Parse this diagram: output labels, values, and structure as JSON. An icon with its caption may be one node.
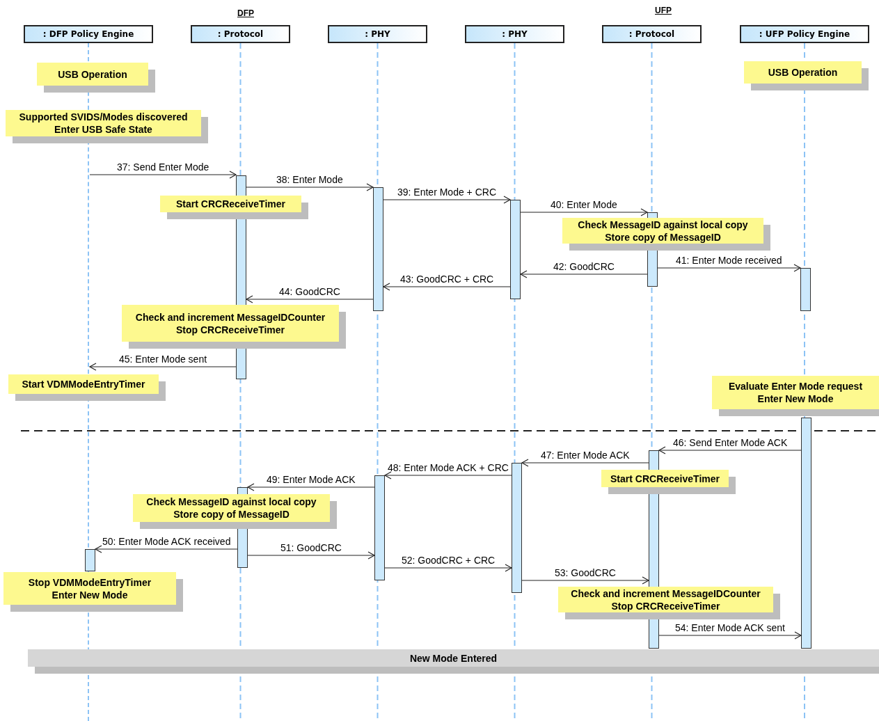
{
  "diagram": {
    "nodes": [
      {
        "text": [
          ": DFP Policy Engine"
        ]
      },
      {
        "text": [
          ": Protocol"
        ]
      },
      {
        "text": [
          ": PHY"
        ]
      },
      {
        "text": [
          ": PHY"
        ]
      },
      {
        "text": [
          ": Protocol"
        ]
      },
      {
        "text": [
          ": UFP Policy Engine"
        ]
      },
      {
        "text": [
          "USB Operation"
        ]
      },
      {
        "text": [
          "USB Operation"
        ]
      },
      {
        "text": [
          "Supported SVIDS/Modes discovered",
          "Enter USB Safe State"
        ]
      },
      {
        "text": [],
        "shape": "line"
      },
      {
        "text": [],
        "shape": "bar"
      },
      {
        "text": [],
        "shape": "bar"
      },
      {
        "text": [
          "Start CRCReceiveTimer"
        ]
      },
      {
        "text": [],
        "shape": "bar"
      },
      {
        "text": [],
        "shape": "bar"
      },
      {
        "text": [
          "Check MessageID against local copy",
          "Store copy of MessageID"
        ]
      },
      {
        "text": [],
        "shape": "bar"
      },
      {
        "text": [
          "Check and increment MessageIDCounter",
          "Stop CRCReceiveTimer"
        ]
      },
      {
        "text": [
          "Start VDMModeEntryTimer"
        ]
      },
      {
        "text": [
          "Evaluate Enter Mode request",
          "Enter New Mode"
        ]
      },
      {
        "text": [],
        "shape": "bar"
      },
      {
        "text": [],
        "shape": "bar"
      },
      {
        "text": [],
        "shape": "bar"
      },
      {
        "text": [],
        "shape": "bar"
      },
      {
        "text": [],
        "shape": "bar"
      },
      {
        "text": [
          "Start CRCReceiveTimer"
        ]
      },
      {
        "text": [
          "Check MessageID against local copy",
          "Store copy of MessageID"
        ]
      },
      {
        "text": [],
        "shape": "bar"
      },
      {
        "text": [
          "Stop VDMModeEntryTimer",
          "Enter New Mode"
        ]
      },
      {
        "text": [
          "Check and increment MessageIDCounter",
          "Stop CRCReceiveTimer"
        ]
      },
      {
        "text": [
          "New Mode Entered"
        ]
      }
    ],
    "edges": [
      {
        "from": 9,
        "to": 10,
        "arrow": "to",
        "label": "37: Send Enter Mode"
      },
      {
        "from": 10,
        "to": 11,
        "arrow": "to",
        "label": "38: Enter Mode"
      },
      {
        "from": 11,
        "to": 13,
        "arrow": "to",
        "label": "39: Enter Mode + CRC"
      },
      {
        "from": 13,
        "to": 14,
        "arrow": "to",
        "label": "40: Enter Mode"
      },
      {
        "from": 14,
        "to": 16,
        "arrow": "to",
        "label": "41: Enter Mode received"
      },
      {
        "from": 14,
        "to": 13,
        "arrow": "to",
        "label": "42: GoodCRC"
      },
      {
        "from": 13,
        "to": 11,
        "arrow": "to",
        "label": "43: GoodCRC + CRC"
      },
      {
        "from": 11,
        "to": 10,
        "arrow": "to",
        "label": "44: GoodCRC"
      },
      {
        "from": 10,
        "to": 9,
        "arrow": "to",
        "label": "45: Enter Mode sent"
      },
      {
        "from": 20,
        "to": 21,
        "arrow": "to",
        "label": "46: Send Enter Mode ACK"
      },
      {
        "from": 21,
        "to": 22,
        "arrow": "to",
        "label": "47: Enter Mode ACK"
      },
      {
        "from": 22,
        "to": 23,
        "arrow": "to",
        "label": "48: Enter Mode ACK + CRC"
      },
      {
        "from": 23,
        "to": 24,
        "arrow": "to",
        "label": "49: Enter Mode ACK"
      },
      {
        "from": 24,
        "to": 27,
        "arrow": "to",
        "label": "50: Enter Mode ACK received"
      },
      {
        "from": 24,
        "to": 23,
        "arrow": "to",
        "label": "51: GoodCRC"
      },
      {
        "from": 23,
        "to": 22,
        "arrow": "to",
        "label": "52: GoodCRC + CRC"
      },
      {
        "from": 22,
        "to": 21,
        "arrow": "to",
        "label": "53: GoodCRC"
      },
      {
        "from": 21,
        "to": 20,
        "arrow": "to",
        "label": "54: Enter Mode ACK sent"
      }
    ],
    "labels": [
      "DFP",
      "UFP"
    ]
  }
}
